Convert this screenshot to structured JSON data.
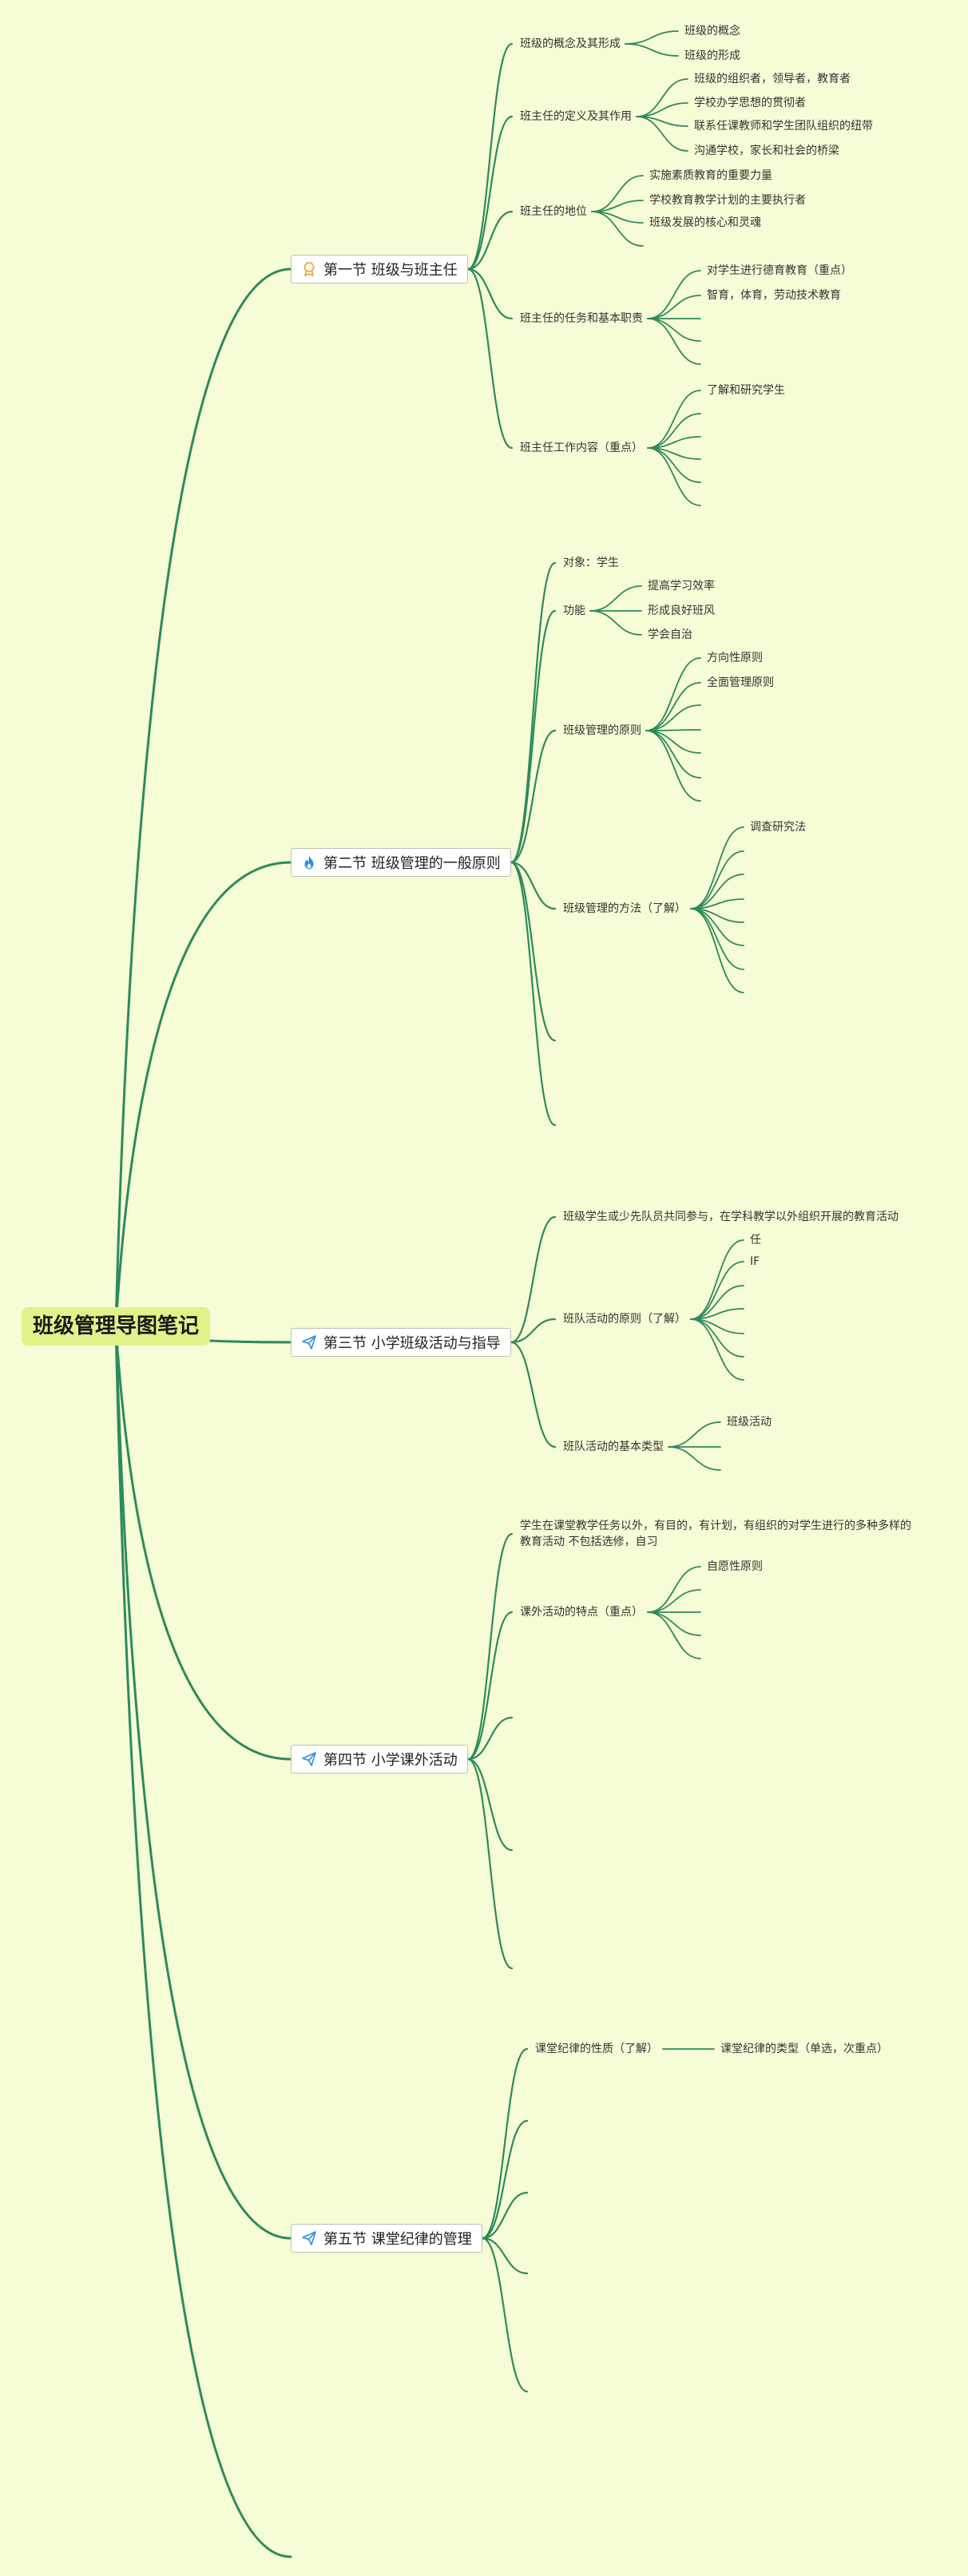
{
  "title": "班级管理导图笔记",
  "colors": {
    "background": "#f6fcd6",
    "line": "#2d8a5c",
    "root_fill": "#dff38a",
    "node_fill": "#ffffff",
    "node_border": "#b9c2b0",
    "text": "#333333",
    "icon_orange": "#f0a63a",
    "icon_blue": "#2b8de0"
  },
  "sections": [
    {
      "icon": "award-icon",
      "label": "第一节 班级与班主任",
      "topics": [
        {
          "label": "班级的概念及其形成",
          "items": [
            "班级的概念",
            "班级的形成"
          ]
        },
        {
          "label": "班主任的定义及其作用",
          "items": [
            "班级的组织者，领导者，教育者",
            "学校办学思想的贯彻者",
            "联系任课教师和学生团队组织的纽带",
            "沟通学校，家长和社会的桥梁"
          ]
        },
        {
          "label": "班主任的地位",
          "items": [
            "实施素质教育的重要力量",
            "学校教育教学计划的主要执行者",
            "班级发展的核心和灵魂"
          ]
        },
        {
          "label": "班主任的任务和基本职责",
          "items": [
            "对学生进行德育教育（重点）",
            "智育，体育，劳动技术教育"
          ]
        },
        {
          "label": "班主任工作内容（重点）",
          "items": [
            "了解和研究学生"
          ]
        }
      ]
    },
    {
      "icon": "flame-icon",
      "label": "第二节 班级管理的一般原则",
      "topics": [
        {
          "label": "对象：学生",
          "items": []
        },
        {
          "label": "功能",
          "items": [
            "提高学习效率",
            "形成良好班风",
            "学会自治"
          ]
        },
        {
          "label": "班级管理的原则",
          "items": [
            "方向性原则",
            "全面管理原则"
          ]
        },
        {
          "label": "班级管理的方法（了解）",
          "items": [
            "调查研究法"
          ]
        }
      ]
    },
    {
      "icon": "paper-plane-icon",
      "label": "第三节 小学班级活动与指导",
      "topics": [
        {
          "label": "班级学生或少先队员共同参与，在学科教学以外组织开展的教育活动",
          "items": []
        },
        {
          "label": "班队活动的原则（了解）",
          "items": [
            "任",
            "IF"
          ]
        },
        {
          "label": "班队活动的基本类型",
          "items": [
            "班级活动"
          ]
        }
      ]
    },
    {
      "icon": "paper-plane-icon",
      "label": "第四节 小学课外活动",
      "topics": [
        {
          "lines": [
            "学生在课堂教学任务以外，有目的，有计划，有组织的对学生进行的多种多样的",
            "教育活动 不包括选修，自习"
          ],
          "items": []
        },
        {
          "label": "课外活动的特点（重点）",
          "items": [
            "自愿性原则"
          ]
        }
      ]
    },
    {
      "icon": "paper-plane-icon",
      "label": "第五节 课堂纪律的管理",
      "topics": [
        {
          "label": "课堂纪律的性质（了解）",
          "items": [
            "课堂纪律的类型（单选，次重点）"
          ]
        }
      ]
    }
  ]
}
